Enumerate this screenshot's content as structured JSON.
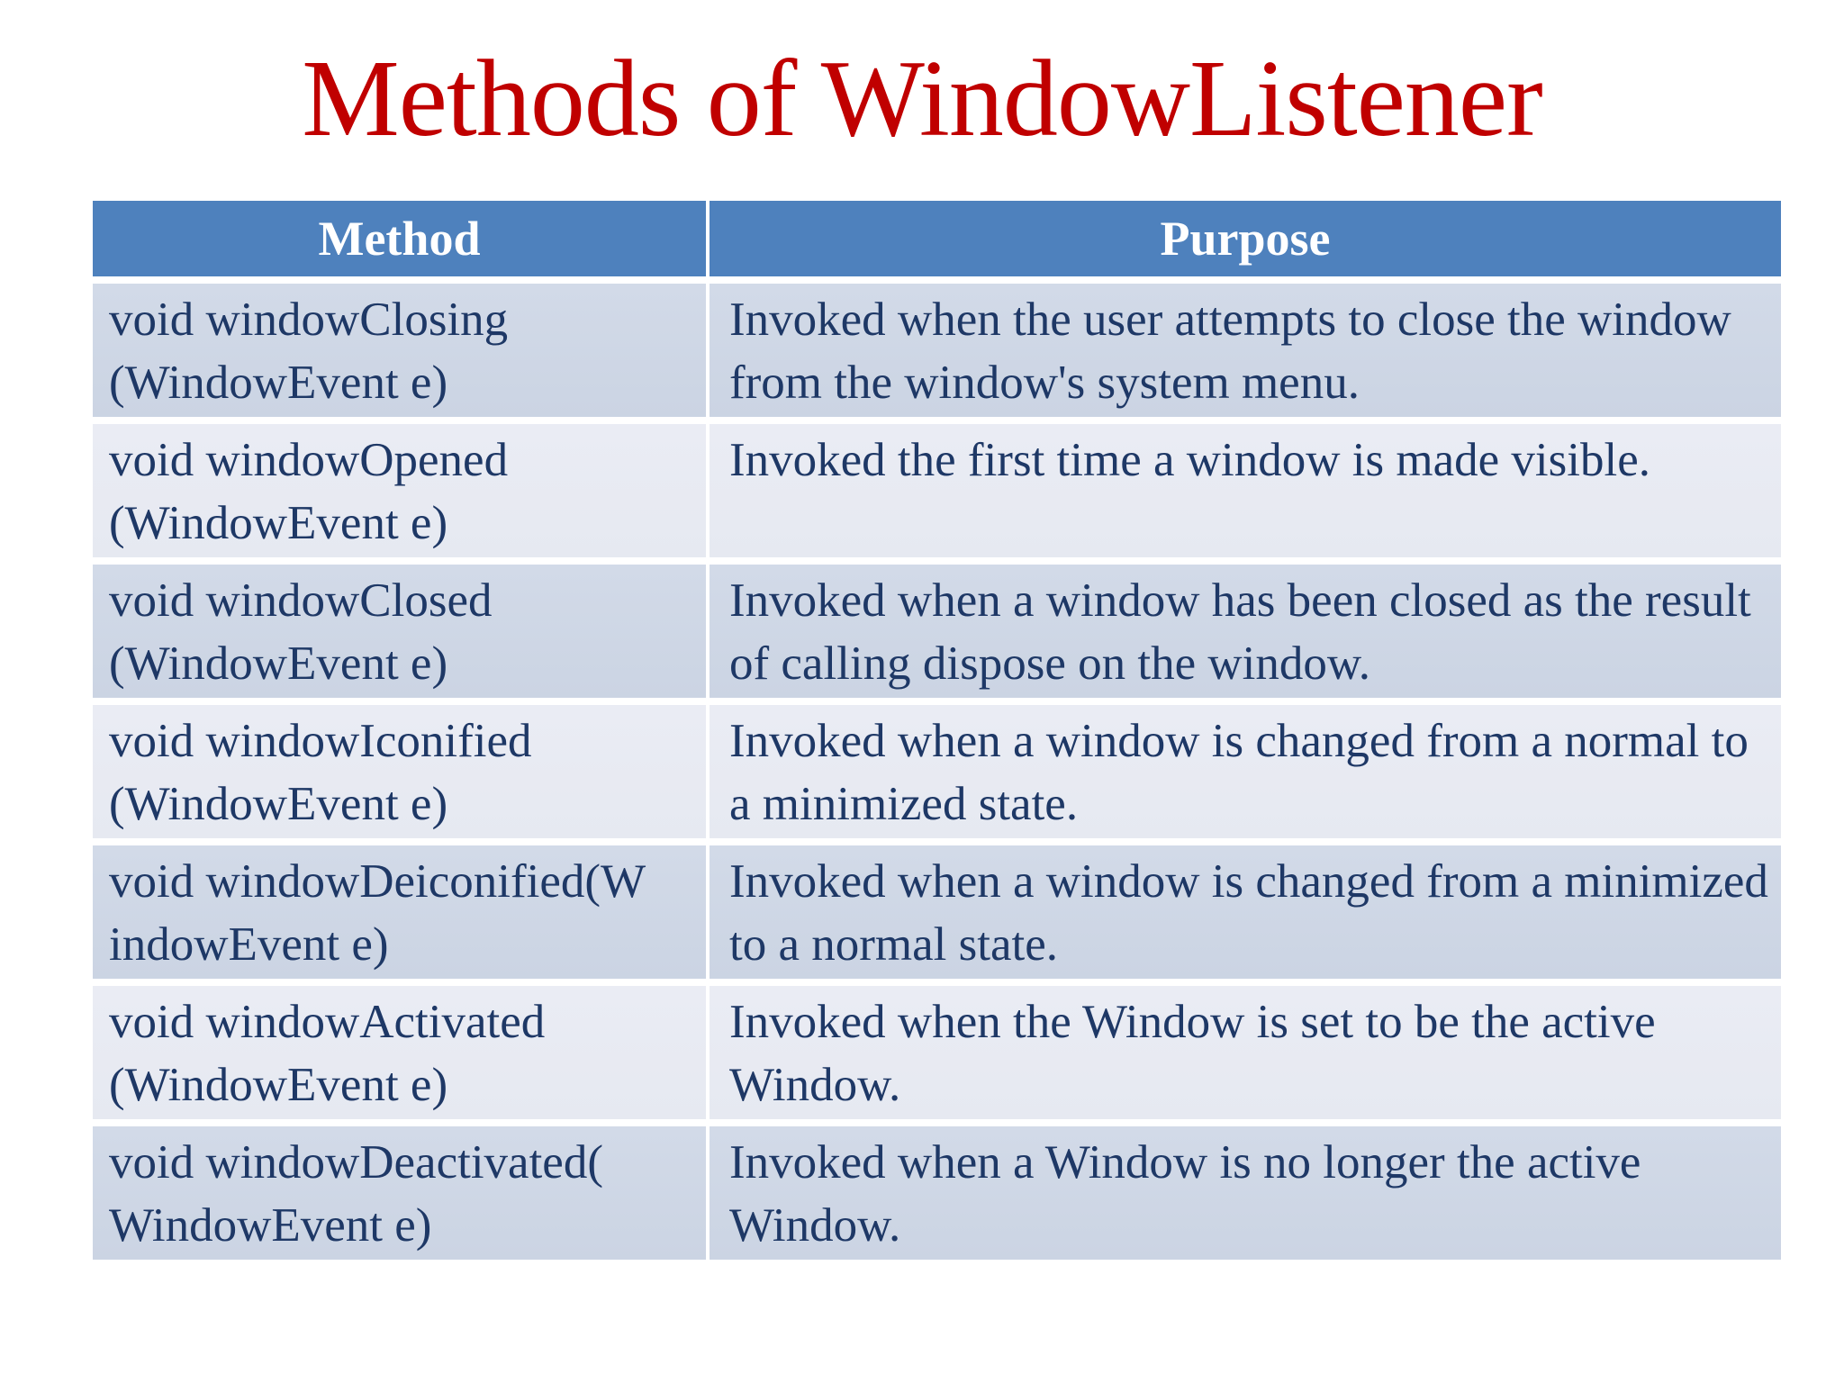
{
  "slide": {
    "title": "Methods of WindowListener"
  },
  "colors": {
    "title_red": "#C00000",
    "header_blue": "#4E81BD",
    "band_dark": "#CDD6E5",
    "band_light": "#E9EBF3",
    "body_text": "#1E3866",
    "header_text": "#FFFFFF",
    "background": "#FFFFFF"
  },
  "table": {
    "headers": [
      "Method",
      "Purpose"
    ],
    "rows": [
      {
        "method": "void windowClosing (WindowEvent e)",
        "purpose": "Invoked when the user attempts to close the window from the window's system menu."
      },
      {
        "method": "void windowOpened (WindowEvent e)",
        "purpose": "Invoked the first time a window is made visible."
      },
      {
        "method": "void windowClosed (WindowEvent e)",
        "purpose": "Invoked when a window has been closed as the result of calling dispose on the window."
      },
      {
        "method": "void windowIconified (WindowEvent e)",
        "purpose": "Invoked when a window is changed from a normal to a minimized state."
      },
      {
        "method": "void windowDeiconified(W indowEvent e)",
        "purpose": "Invoked when a window is changed from a minimized to a normal state."
      },
      {
        "method": "void windowActivated (WindowEvent e)",
        "purpose": "Invoked when the Window is set to be the active Window."
      },
      {
        "method": "void windowDeactivated( WindowEvent e)",
        "purpose": "Invoked when a Window is no longer the active Window."
      }
    ]
  }
}
